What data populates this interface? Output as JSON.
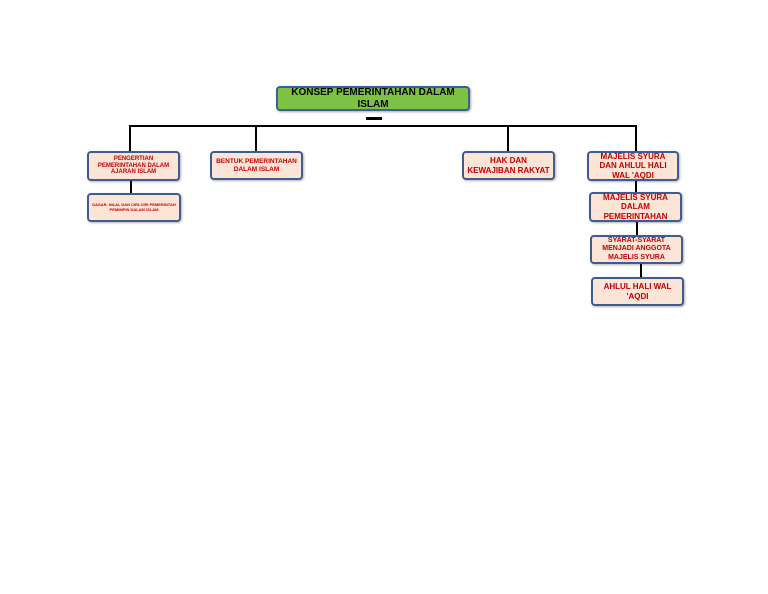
{
  "diagram": {
    "root": {
      "label": "KONSEP PEMERINTAHAN DALAM ISLAM"
    },
    "branches": [
      {
        "label": "PENGERTIAN PEMERINTAHAN DALAM AJARAN ISLAM",
        "children": [
          {
            "label": "DASAR, NILAI, DAN CIRI-CIRI PEMERINTAH PEMIMPIN DALAM ISLAM"
          }
        ]
      },
      {
        "label": "BENTUK PEMERINTAHAN DALAM ISLAM",
        "children": []
      },
      {
        "label": "HAK DAN KEWAJIBAN RAKYAT",
        "children": []
      },
      {
        "label": "MAJELIS SYURA DAN AHLUL HALI WAL 'AQDI",
        "children": [
          {
            "label": "MAJELIS SYURA DALAM PEMERINTAHAN"
          },
          {
            "label": "SYARAT-SYARAT MENJADI ANGGOTA MAJELIS SYURA"
          },
          {
            "label": "AHLUL HALI WAL 'AQDI"
          }
        ]
      }
    ]
  },
  "colors": {
    "root_fill": "#7dc242",
    "node_fill": "#fce4d6",
    "node_border": "#3e5c8f",
    "node_text": "#c00000",
    "connector": "#000000"
  }
}
